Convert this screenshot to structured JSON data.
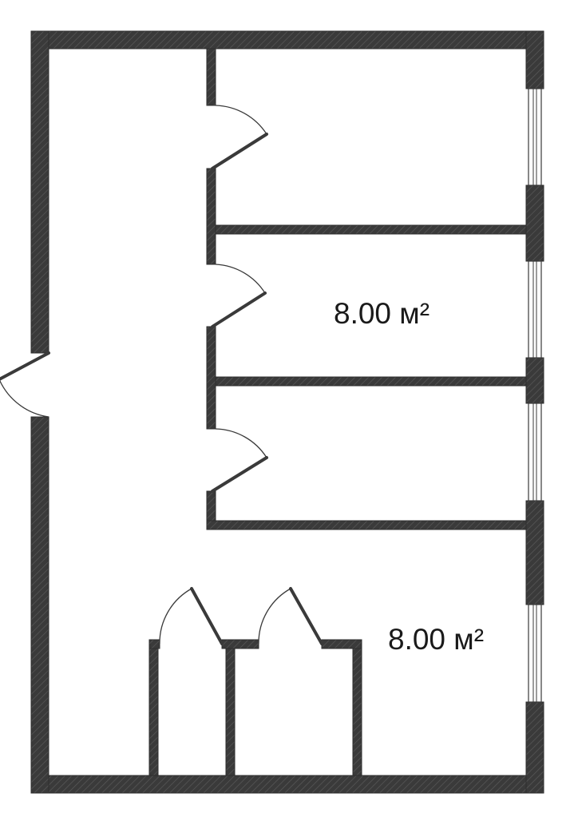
{
  "plan": {
    "room_areas": [
      {
        "id": "room-middle",
        "label": "8.00 м²"
      },
      {
        "id": "room-lower-right",
        "label": "8.00 м²"
      }
    ],
    "colors": {
      "wall": "#3a3a3a",
      "background": "#ffffff",
      "line": "#3a3a3a"
    }
  }
}
